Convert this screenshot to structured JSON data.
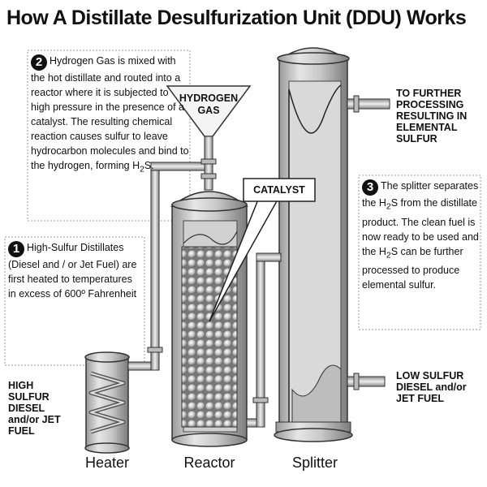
{
  "title": "How A Distillate Desulfurization Unit (DDU) Works",
  "steps": [
    {
      "number": "2",
      "text_before": "Hydrogen Gas is mixed with the hot distillate and routed into a reactor where it is subjected to high pressure in the presence of a catalyst. The resulting chemical reaction causes sulfur to leave hydrocarbon molecules and bind to the hydrogen, forming H",
      "sub1": "2",
      "text_after": "S."
    },
    {
      "number": "1",
      "text": "High-Sulfur Distillates (Diesel and / or Jet Fuel) are first heated to temperatures in excess of 600º Fahrenheit"
    },
    {
      "number": "3",
      "t1": "The splitter separates the H",
      "s1": "2",
      "t2": "S from the distillate product. The clean fuel is now ready to be used and the H",
      "s2": "2",
      "t3": "S can be further processed to produce elemental sulfur."
    }
  ],
  "labels": {
    "hydrogen_gas": "HYDROGEN GAS",
    "catalyst": "CATALYST",
    "further_processing": "TO FURTHER PROCESSING RESULTING IN ELEMENTAL SULFUR",
    "low_sulfur": "LOW SULFUR DIESEL and/or JET FUEL",
    "high_sulfur": "HIGH SULFUR DIESEL and/or JET FUEL"
  },
  "units": {
    "heater": "Heater",
    "reactor": "Reactor",
    "splitter": "Splitter"
  }
}
